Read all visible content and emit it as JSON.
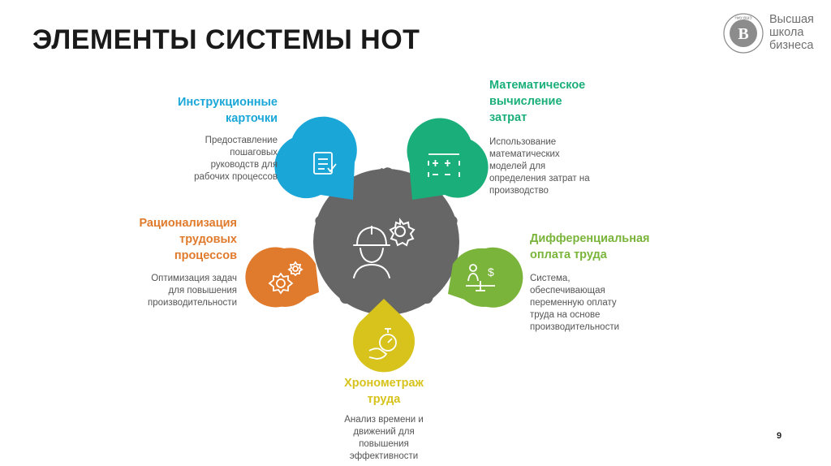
{
  "slide": {
    "title": "ЭЛЕМЕНТЫ СИСТЕМЫ НОТ",
    "page_number": "9"
  },
  "logo": {
    "lines": [
      "Высшая",
      "школа",
      "бизнеса"
    ],
    "seal_text": "НИУ ВШЭ",
    "icon": "hse-seal-logo"
  },
  "colors": {
    "center": "#666666",
    "blue": "#1aa7d8",
    "green": "#1aaf7a",
    "orange": "#e07a2c",
    "lime": "#7ab43a",
    "yellow": "#d7c31b"
  },
  "diagram": {
    "center_icons": [
      "worker-helmet-icon",
      "gear-icon"
    ],
    "nodes": [
      {
        "id": "instruction-cards",
        "title_lines": [
          "Инструкционные",
          "карточки"
        ],
        "desc_lines": [
          "Предоставление",
          "пошаговых",
          "руководств для",
          "рабочих процессов"
        ],
        "color": "#1aa7d8",
        "icon": "checklist-document-icon"
      },
      {
        "id": "math-calculation",
        "title_lines": [
          "Математическое",
          "вычисление",
          "затрат"
        ],
        "desc_lines": [
          "Использование",
          "математических",
          "моделей для",
          "определения затрат на",
          "производство"
        ],
        "color": "#1aaf7a",
        "icon": "calculator-icon"
      },
      {
        "id": "rationalization",
        "title_lines": [
          "Рационализация",
          "трудовых",
          "процессов"
        ],
        "desc_lines": [
          "Оптимизация задач",
          "для повышения",
          "производительности"
        ],
        "color": "#e07a2c",
        "icon": "gears-icon"
      },
      {
        "id": "differential-pay",
        "title_lines": [
          "Дифференциальная",
          "оплата труда"
        ],
        "desc_lines": [
          "Система,",
          "обеспечивающая",
          "переменную оплату",
          "труда на основе",
          "производительности"
        ],
        "color": "#7ab43a",
        "icon": "pay-scale-icon"
      },
      {
        "id": "timing",
        "title_lines": [
          "Хронометраж",
          "труда"
        ],
        "desc_lines": [
          "Анализ времени и",
          "движений для",
          "повышения",
          "эффективности"
        ],
        "color": "#d7c31b",
        "icon": "stopwatch-hand-icon"
      }
    ]
  }
}
